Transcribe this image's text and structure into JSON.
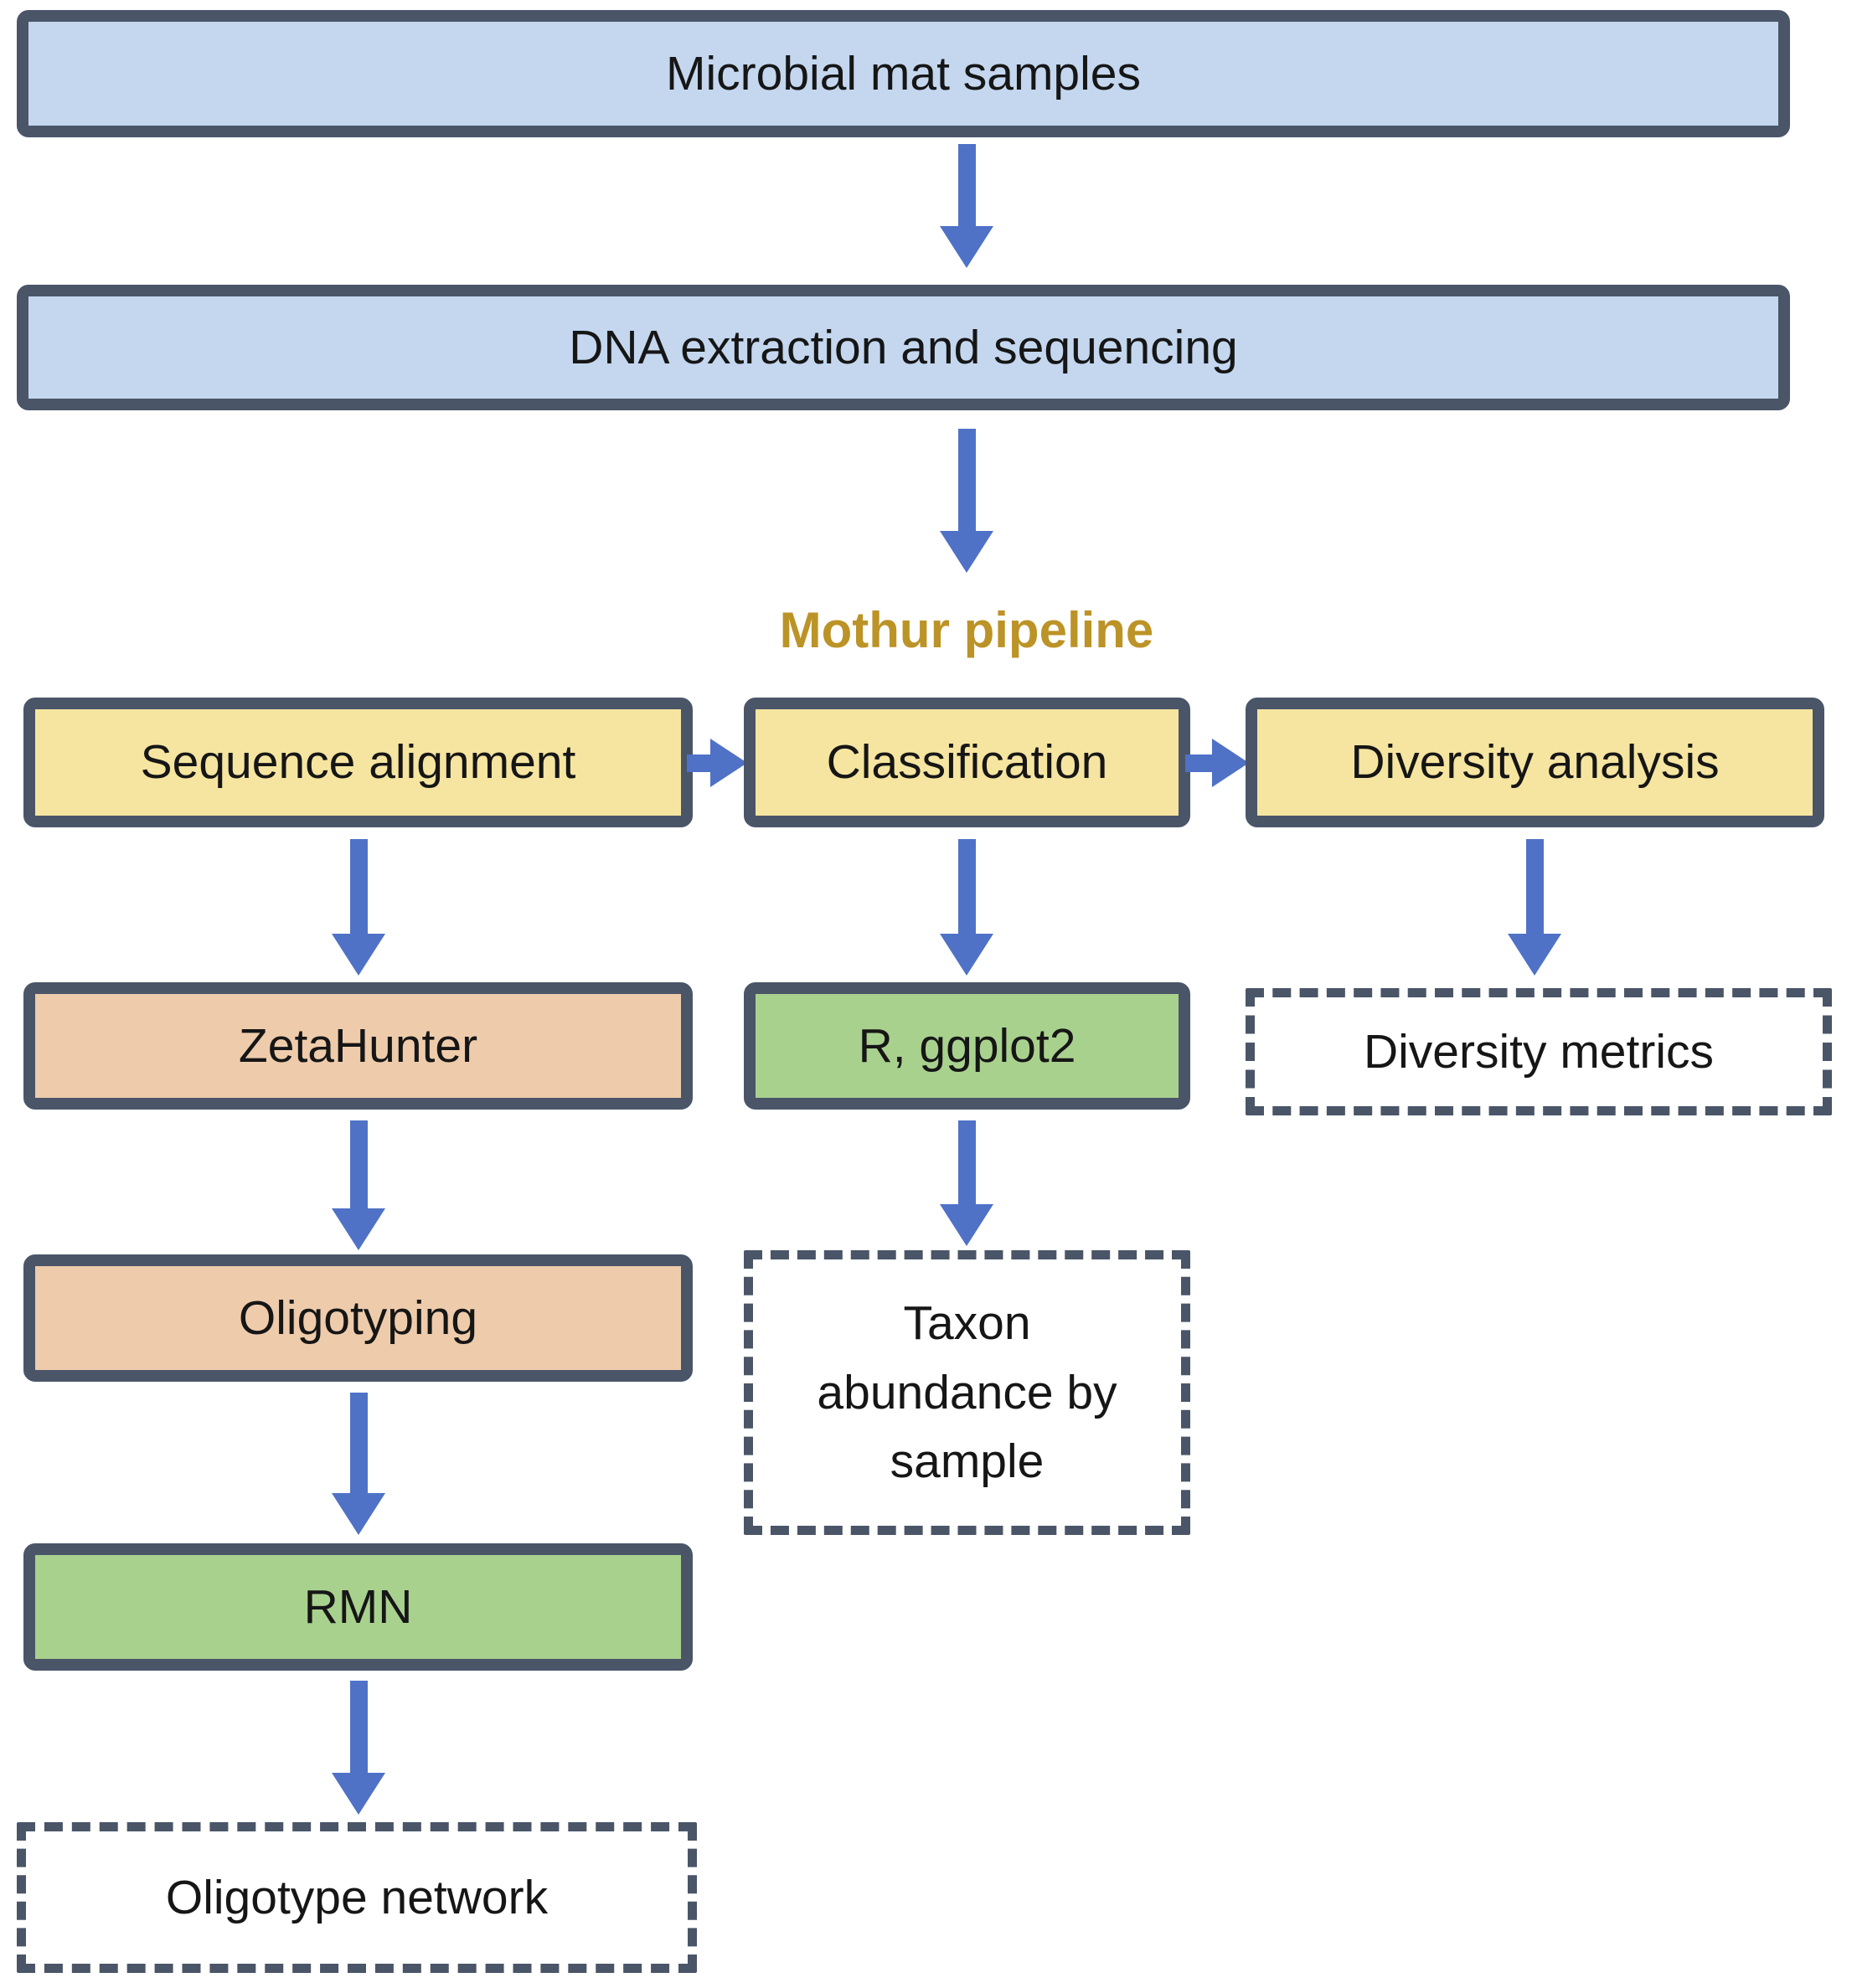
{
  "colors": {
    "border": "#4a5568",
    "box_blue": "#c4d7ef",
    "box_yellow": "#f6e5a0",
    "box_peach": "#eeccab",
    "box_green": "#a9d18e",
    "arrow": "#4f72c7",
    "gold_label": "#bc9327",
    "text": "#161616",
    "background": "#ffffff"
  },
  "nodes": {
    "microbial": {
      "label": "Microbial mat samples",
      "style": "blue-solid"
    },
    "dna": {
      "label": "DNA extraction and sequencing",
      "style": "blue-solid"
    },
    "seq_align": {
      "label": "Sequence alignment",
      "style": "yellow-solid"
    },
    "classification": {
      "label": "Classification",
      "style": "yellow-solid"
    },
    "diversity_analysis": {
      "label": "Diversity analysis",
      "style": "yellow-solid"
    },
    "zetahunter": {
      "label": "ZetaHunter",
      "style": "peach-solid"
    },
    "r_ggplot2": {
      "label": "R, ggplot2",
      "style": "green-solid"
    },
    "diversity_metrics": {
      "label": "Diversity metrics",
      "style": "dashed-output"
    },
    "oligotyping": {
      "label": "Oligotyping",
      "style": "peach-solid"
    },
    "taxon_abundance": {
      "label": "Taxon abundance by sample",
      "style": "dashed-output"
    },
    "rmn": {
      "label": "RMN",
      "style": "green-solid"
    },
    "oligotype_network": {
      "label": "Oligotype network",
      "style": "dashed-output"
    }
  },
  "section_label": {
    "text": "Mothur pipeline"
  },
  "edges": [
    {
      "from": "microbial",
      "to": "dna",
      "direction": "down"
    },
    {
      "from": "dna",
      "to": "mothur-pipeline",
      "direction": "down"
    },
    {
      "from": "seq_align",
      "to": "classification",
      "direction": "right"
    },
    {
      "from": "classification",
      "to": "diversity_analysis",
      "direction": "right"
    },
    {
      "from": "seq_align",
      "to": "zetahunter",
      "direction": "down"
    },
    {
      "from": "classification",
      "to": "r_ggplot2",
      "direction": "down"
    },
    {
      "from": "diversity_analysis",
      "to": "diversity_metrics",
      "direction": "down"
    },
    {
      "from": "zetahunter",
      "to": "oligotyping",
      "direction": "down"
    },
    {
      "from": "r_ggplot2",
      "to": "taxon_abundance",
      "direction": "down"
    },
    {
      "from": "oligotyping",
      "to": "rmn",
      "direction": "down"
    },
    {
      "from": "rmn",
      "to": "oligotype_network",
      "direction": "down"
    }
  ]
}
